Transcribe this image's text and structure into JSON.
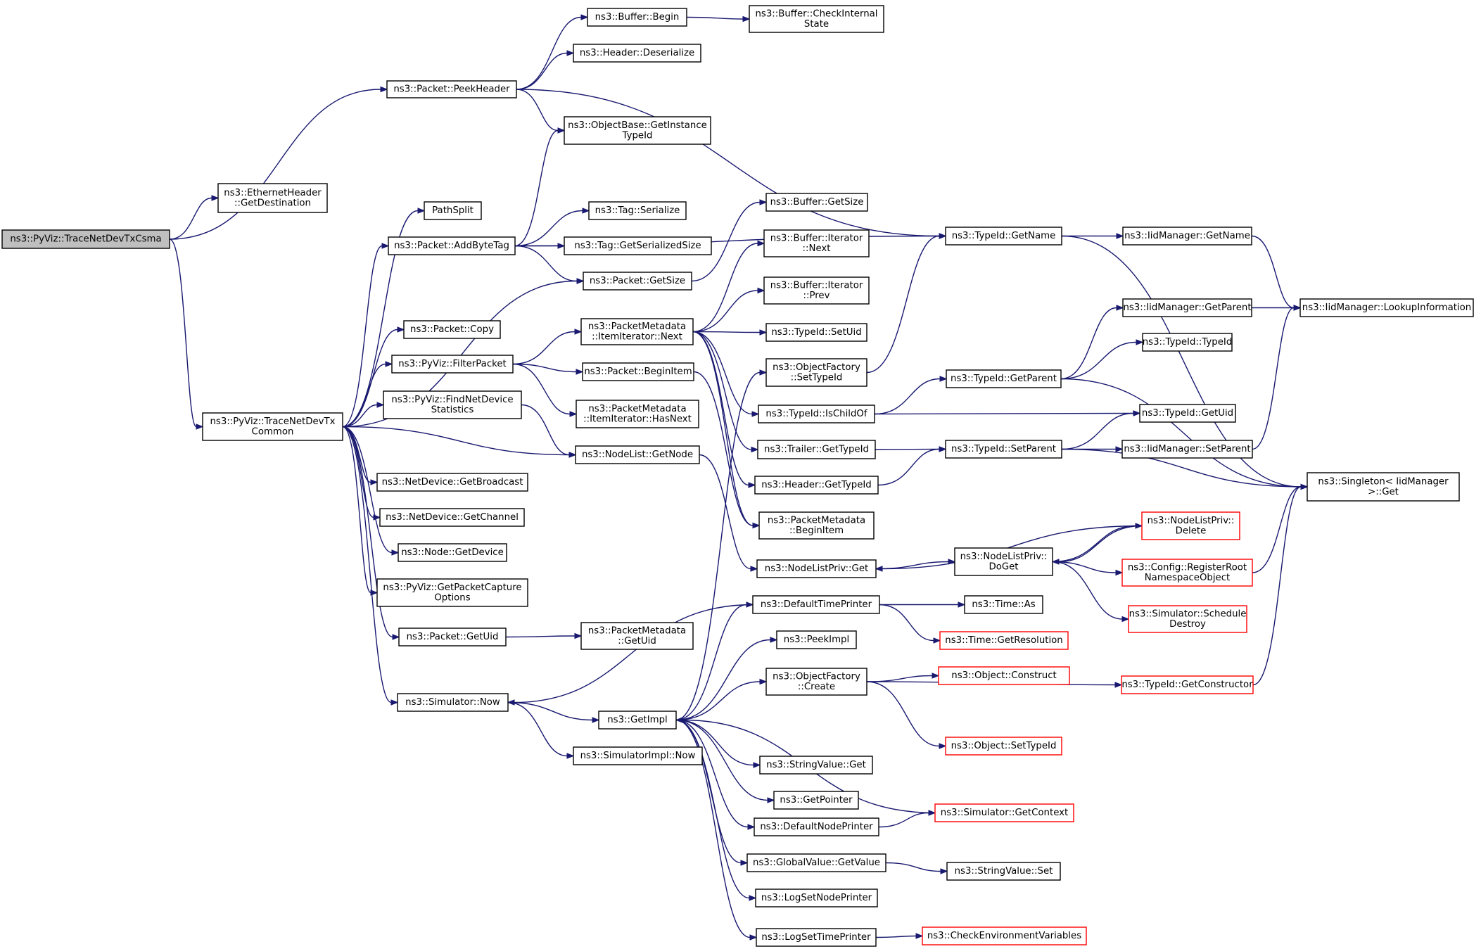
{
  "graph": {
    "nodes": [
      {
        "id": "n0",
        "lines": [
          "ns3::PyViz::TraceNetDevTxCsma"
        ],
        "style": "root"
      },
      {
        "id": "n1",
        "lines": [
          "ns3::EthernetHeader",
          "::GetDestination"
        ]
      },
      {
        "id": "n2",
        "lines": [
          "ns3::Packet::PeekHeader"
        ]
      },
      {
        "id": "n3",
        "lines": [
          "ns3::PyViz::TraceNetDevTx",
          "Common"
        ]
      },
      {
        "id": "n4",
        "lines": [
          "ns3::Buffer::Begin"
        ]
      },
      {
        "id": "n5",
        "lines": [
          "ns3::Buffer::CheckInternal",
          "State"
        ]
      },
      {
        "id": "n6",
        "lines": [
          "ns3::Header::Deserialize"
        ]
      },
      {
        "id": "n7",
        "lines": [
          "ns3::ObjectBase::GetInstance",
          "TypeId"
        ]
      },
      {
        "id": "n8",
        "lines": [
          "ns3::TypeId::GetName"
        ]
      },
      {
        "id": "n9",
        "lines": [
          "ns3::IidManager::GetName"
        ]
      },
      {
        "id": "n10",
        "lines": [
          "ns3::IidManager::LookupInformation"
        ]
      },
      {
        "id": "n11",
        "lines": [
          "ns3::Singleton< IidManager",
          " >::Get"
        ]
      },
      {
        "id": "n12",
        "lines": [
          "PathSplit"
        ]
      },
      {
        "id": "n13",
        "lines": [
          "ns3::Packet::AddByteTag"
        ]
      },
      {
        "id": "n14",
        "lines": [
          "ns3::Tag::Serialize"
        ]
      },
      {
        "id": "n15",
        "lines": [
          "ns3::Tag::GetSerializedSize"
        ]
      },
      {
        "id": "n16",
        "lines": [
          "ns3::Packet::GetSize"
        ]
      },
      {
        "id": "n17",
        "lines": [
          "ns3::Buffer::GetSize"
        ]
      },
      {
        "id": "n18",
        "lines": [
          "ns3::Packet::Copy"
        ]
      },
      {
        "id": "n19",
        "lines": [
          "ns3::PyViz::FilterPacket"
        ]
      },
      {
        "id": "n20",
        "lines": [
          "ns3::PacketMetadata",
          "::ItemIterator::Next"
        ]
      },
      {
        "id": "n21",
        "lines": [
          "ns3::Buffer::Iterator",
          "::Next"
        ]
      },
      {
        "id": "n22",
        "lines": [
          "ns3::Buffer::Iterator",
          "::Prev"
        ]
      },
      {
        "id": "n23",
        "lines": [
          "ns3::TypeId::SetUid"
        ]
      },
      {
        "id": "n24",
        "lines": [
          "ns3::TypeId::IsChildOf"
        ]
      },
      {
        "id": "n25",
        "lines": [
          "ns3::TypeId::GetParent"
        ]
      },
      {
        "id": "n26",
        "lines": [
          "ns3::IidManager::GetParent"
        ]
      },
      {
        "id": "n27",
        "lines": [
          "ns3::TypeId::TypeId"
        ]
      },
      {
        "id": "n28",
        "lines": [
          "ns3::TypeId::GetUid"
        ]
      },
      {
        "id": "n29",
        "lines": [
          "ns3::Trailer::GetTypeId"
        ]
      },
      {
        "id": "n30",
        "lines": [
          "ns3::TypeId::SetParent"
        ]
      },
      {
        "id": "n31",
        "lines": [
          "ns3::IidManager::SetParent"
        ]
      },
      {
        "id": "n32",
        "lines": [
          "ns3::Header::GetTypeId"
        ]
      },
      {
        "id": "n33",
        "lines": [
          "ns3::Packet::BeginItem"
        ]
      },
      {
        "id": "n34",
        "lines": [
          "ns3::PacketMetadata",
          "::BeginItem"
        ]
      },
      {
        "id": "n35",
        "lines": [
          "ns3::PacketMetadata",
          "::ItemIterator::HasNext"
        ]
      },
      {
        "id": "n36",
        "lines": [
          "ns3::PyViz::FindNetDevice",
          "Statistics"
        ]
      },
      {
        "id": "n37",
        "lines": [
          "ns3::NodeList::GetNode"
        ]
      },
      {
        "id": "n38",
        "lines": [
          "ns3::NodeListPriv::Get"
        ]
      },
      {
        "id": "n39",
        "lines": [
          "ns3::NodeListPriv::",
          "DoGet"
        ]
      },
      {
        "id": "n40",
        "lines": [
          "ns3::NodeListPriv::",
          "Delete"
        ],
        "style": "red"
      },
      {
        "id": "n41",
        "lines": [
          "ns3::Config::RegisterRoot",
          "NamespaceObject"
        ],
        "style": "red"
      },
      {
        "id": "n42",
        "lines": [
          "ns3::Simulator::Schedule",
          "Destroy"
        ],
        "style": "red"
      },
      {
        "id": "n43",
        "lines": [
          "ns3::NetDevice::GetBroadcast"
        ]
      },
      {
        "id": "n44",
        "lines": [
          "ns3::NetDevice::GetChannel"
        ]
      },
      {
        "id": "n45",
        "lines": [
          "ns3::Node::GetDevice"
        ]
      },
      {
        "id": "n46",
        "lines": [
          "ns3::PyViz::GetPacketCapture",
          "Options"
        ]
      },
      {
        "id": "n47",
        "lines": [
          "ns3::Packet::GetUid"
        ]
      },
      {
        "id": "n48",
        "lines": [
          "ns3::PacketMetadata",
          "::GetUid"
        ]
      },
      {
        "id": "n49",
        "lines": [
          "ns3::Simulator::Now"
        ]
      },
      {
        "id": "n50",
        "lines": [
          "ns3::GetImpl"
        ]
      },
      {
        "id": "n51",
        "lines": [
          "ns3::SimulatorImpl::Now"
        ]
      },
      {
        "id": "n52",
        "lines": [
          "ns3::ObjectFactory",
          "::SetTypeId"
        ]
      },
      {
        "id": "n53",
        "lines": [
          "ns3::DefaultTimePrinter"
        ]
      },
      {
        "id": "n54",
        "lines": [
          "ns3::Time::As"
        ]
      },
      {
        "id": "n55",
        "lines": [
          "ns3::Time::GetResolution"
        ],
        "style": "red"
      },
      {
        "id": "n56",
        "lines": [
          "ns3::PeekImpl"
        ]
      },
      {
        "id": "n57",
        "lines": [
          "ns3::ObjectFactory",
          "::Create"
        ]
      },
      {
        "id": "n58",
        "lines": [
          "ns3::Object::Construct"
        ],
        "style": "red"
      },
      {
        "id": "n59",
        "lines": [
          "ns3::TypeId::GetConstructor"
        ],
        "style": "red"
      },
      {
        "id": "n60",
        "lines": [
          "ns3::Object::SetTypeId"
        ],
        "style": "red"
      },
      {
        "id": "n61",
        "lines": [
          "ns3::StringValue::Get"
        ]
      },
      {
        "id": "n62",
        "lines": [
          "ns3::GetPointer"
        ]
      },
      {
        "id": "n63",
        "lines": [
          "ns3::Simulator::GetContext"
        ],
        "style": "red"
      },
      {
        "id": "n64",
        "lines": [
          "ns3::DefaultNodePrinter"
        ]
      },
      {
        "id": "n65",
        "lines": [
          "ns3::GlobalValue::GetValue"
        ]
      },
      {
        "id": "n66",
        "lines": [
          "ns3::StringValue::Set"
        ]
      },
      {
        "id": "n67",
        "lines": [
          "ns3::LogSetNodePrinter"
        ]
      },
      {
        "id": "n68",
        "lines": [
          "ns3::LogSetTimePrinter"
        ]
      },
      {
        "id": "n69",
        "lines": [
          "ns3::CheckEnvironmentVariables"
        ],
        "style": "red"
      }
    ],
    "edges": [
      [
        "n0",
        "n1"
      ],
      [
        "n0",
        "n2"
      ],
      [
        "n0",
        "n3"
      ],
      [
        "n2",
        "n4"
      ],
      [
        "n2",
        "n6"
      ],
      [
        "n2",
        "n7"
      ],
      [
        "n2",
        "n8"
      ],
      [
        "n4",
        "n5"
      ],
      [
        "n8",
        "n9"
      ],
      [
        "n8",
        "n11"
      ],
      [
        "n9",
        "n10"
      ],
      [
        "n3",
        "n12"
      ],
      [
        "n3",
        "n13"
      ],
      [
        "n3",
        "n16"
      ],
      [
        "n3",
        "n18"
      ],
      [
        "n3",
        "n19"
      ],
      [
        "n3",
        "n36"
      ],
      [
        "n3",
        "n37"
      ],
      [
        "n3",
        "n43"
      ],
      [
        "n3",
        "n44"
      ],
      [
        "n3",
        "n45"
      ],
      [
        "n3",
        "n46"
      ],
      [
        "n3",
        "n47"
      ],
      [
        "n3",
        "n49"
      ],
      [
        "n13",
        "n7"
      ],
      [
        "n13",
        "n8"
      ],
      [
        "n13",
        "n14"
      ],
      [
        "n13",
        "n15"
      ],
      [
        "n13",
        "n16"
      ],
      [
        "n16",
        "n17"
      ],
      [
        "n19",
        "n20"
      ],
      [
        "n19",
        "n33"
      ],
      [
        "n19",
        "n35"
      ],
      [
        "n20",
        "n21"
      ],
      [
        "n20",
        "n22"
      ],
      [
        "n20",
        "n23"
      ],
      [
        "n20",
        "n24"
      ],
      [
        "n20",
        "n29"
      ],
      [
        "n20",
        "n32"
      ],
      [
        "n20",
        "n34"
      ],
      [
        "n24",
        "n25"
      ],
      [
        "n24",
        "n28"
      ],
      [
        "n25",
        "n26"
      ],
      [
        "n25",
        "n27"
      ],
      [
        "n25",
        "n11"
      ],
      [
        "n26",
        "n10"
      ],
      [
        "n29",
        "n30"
      ],
      [
        "n32",
        "n30"
      ],
      [
        "n30",
        "n28"
      ],
      [
        "n30",
        "n31"
      ],
      [
        "n30",
        "n11"
      ],
      [
        "n31",
        "n10"
      ],
      [
        "n33",
        "n34"
      ],
      [
        "n36",
        "n37"
      ],
      [
        "n37",
        "n38"
      ],
      [
        "n38",
        "n39"
      ],
      [
        "n39",
        "n40"
      ],
      [
        "n39",
        "n41"
      ],
      [
        "n39",
        "n42"
      ],
      [
        "n40",
        "n38"
      ],
      [
        "n40",
        "n39"
      ],
      [
        "n41",
        "n11"
      ],
      [
        "n52",
        "n8"
      ],
      [
        "n47",
        "n48"
      ],
      [
        "n49",
        "n50"
      ],
      [
        "n49",
        "n51"
      ],
      [
        "n50",
        "n52"
      ],
      [
        "n50",
        "n53"
      ],
      [
        "n50",
        "n56"
      ],
      [
        "n50",
        "n57"
      ],
      [
        "n50",
        "n61"
      ],
      [
        "n50",
        "n62"
      ],
      [
        "n50",
        "n64"
      ],
      [
        "n50",
        "n65"
      ],
      [
        "n50",
        "n67"
      ],
      [
        "n50",
        "n68"
      ],
      [
        "n53",
        "n49"
      ],
      [
        "n53",
        "n54"
      ],
      [
        "n53",
        "n55"
      ],
      [
        "n57",
        "n58"
      ],
      [
        "n57",
        "n59"
      ],
      [
        "n57",
        "n60"
      ],
      [
        "n59",
        "n11"
      ],
      [
        "n63",
        "n50"
      ],
      [
        "n64",
        "n63"
      ],
      [
        "n65",
        "n66"
      ],
      [
        "n68",
        "n69"
      ]
    ]
  }
}
